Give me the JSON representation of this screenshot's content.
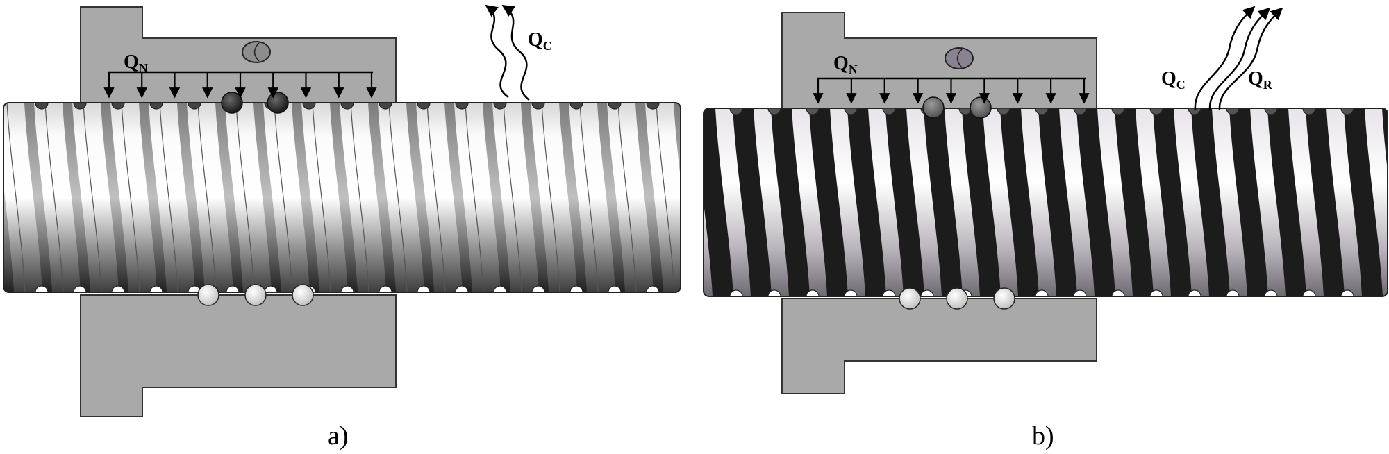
{
  "figure": {
    "panels": [
      {
        "id": "a",
        "caption": "a)",
        "load_label": {
          "main": "Q",
          "sub": "N"
        },
        "heat_labels": [
          {
            "main": "Q",
            "sub": "C"
          }
        ]
      },
      {
        "id": "b",
        "caption": "b)",
        "load_label": {
          "main": "Q",
          "sub": "N"
        },
        "heat_labels": [
          {
            "main": "Q",
            "sub": "C"
          },
          {
            "main": "Q",
            "sub": "R"
          }
        ]
      }
    ],
    "colors": {
      "nut": "#a9a9a9",
      "screw_light": "#ececec",
      "screw_dark": "#1c1c1c",
      "ball_dark": "#2e2e2e",
      "ball_light": "#f2f2f2",
      "ink": "#000000"
    },
    "icons": {
      "load_arrow": "down-arrow-icon",
      "heat_flow": "wavy-up-arrow-icon",
      "ball": "ball-bearing-icon"
    }
  }
}
